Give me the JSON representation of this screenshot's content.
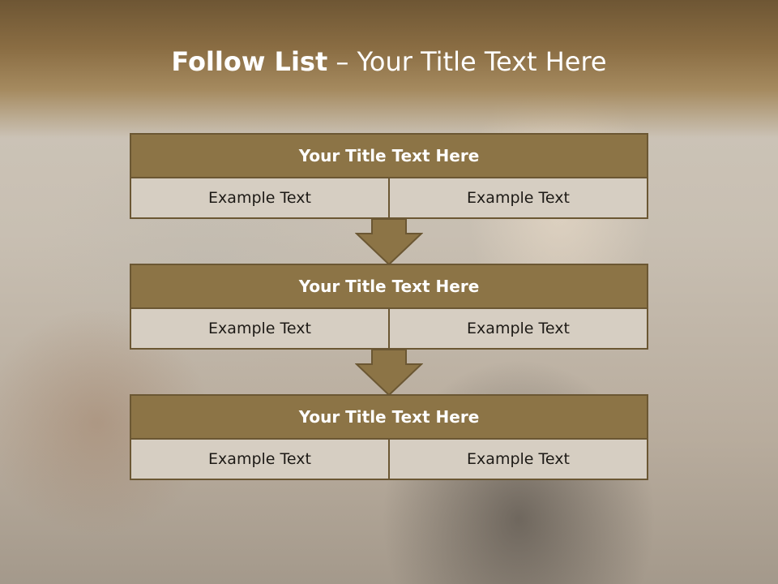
{
  "title": {
    "bold": "Follow List",
    "rest": " – Your Title Text Here"
  },
  "blocks": [
    {
      "title": "Your Title Text Here",
      "cells": [
        "Example Text",
        "Example Text"
      ]
    },
    {
      "title": "Your Title Text Here",
      "cells": [
        "Example Text",
        "Example Text"
      ]
    },
    {
      "title": "Your Title Text Here",
      "cells": [
        "Example Text",
        "Example Text"
      ]
    }
  ],
  "colors": {
    "header": "#8c7446",
    "border": "#6b5733",
    "cell": "#d6cec2",
    "arrow": "#8c7446"
  }
}
